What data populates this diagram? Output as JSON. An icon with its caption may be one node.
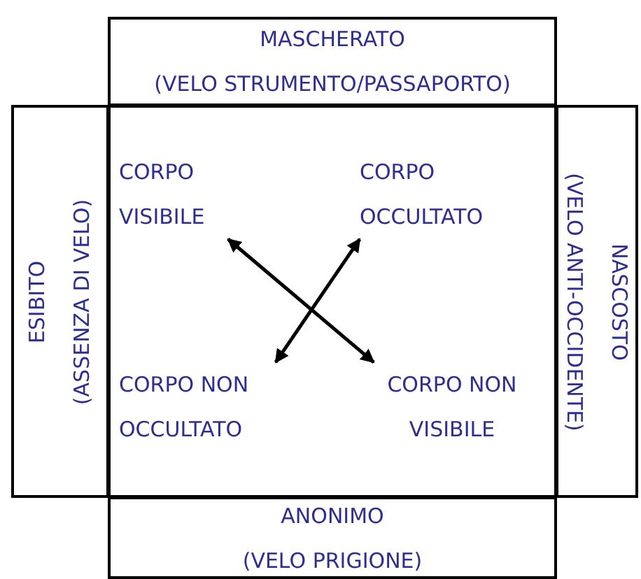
{
  "diagram": {
    "nodes": [
      {
        "text": [
          "MASCHERATO",
          "(VELO STRUMENTO/PASSAPORTO)"
        ]
      },
      {
        "text": [
          "ESIBITO",
          "(ASSENZA DI VELO)"
        ]
      },
      {
        "text": [],
        "shape": "box"
      },
      {
        "text": [
          "NASCOSTO",
          "(VELO ANTI-OCCIDENTE)"
        ]
      },
      {
        "text": [
          "ANONIMO",
          "(VELO PRIGIONE)"
        ]
      },
      {
        "text": [
          "CORPO VISIBILE"
        ],
        "in": 2
      },
      {
        "text": [
          "CORPO OCCULTATO"
        ],
        "in": 2
      },
      {
        "text": [
          "CORPO NON OCCULTATO"
        ],
        "in": 2
      },
      {
        "text": [
          "CORPO NON VISIBILE"
        ],
        "in": 2
      }
    ],
    "edges": [
      {
        "from": 5,
        "to": 8,
        "arrow": "both"
      },
      {
        "from": 6,
        "to": 7,
        "arrow": "both"
      }
    ]
  }
}
